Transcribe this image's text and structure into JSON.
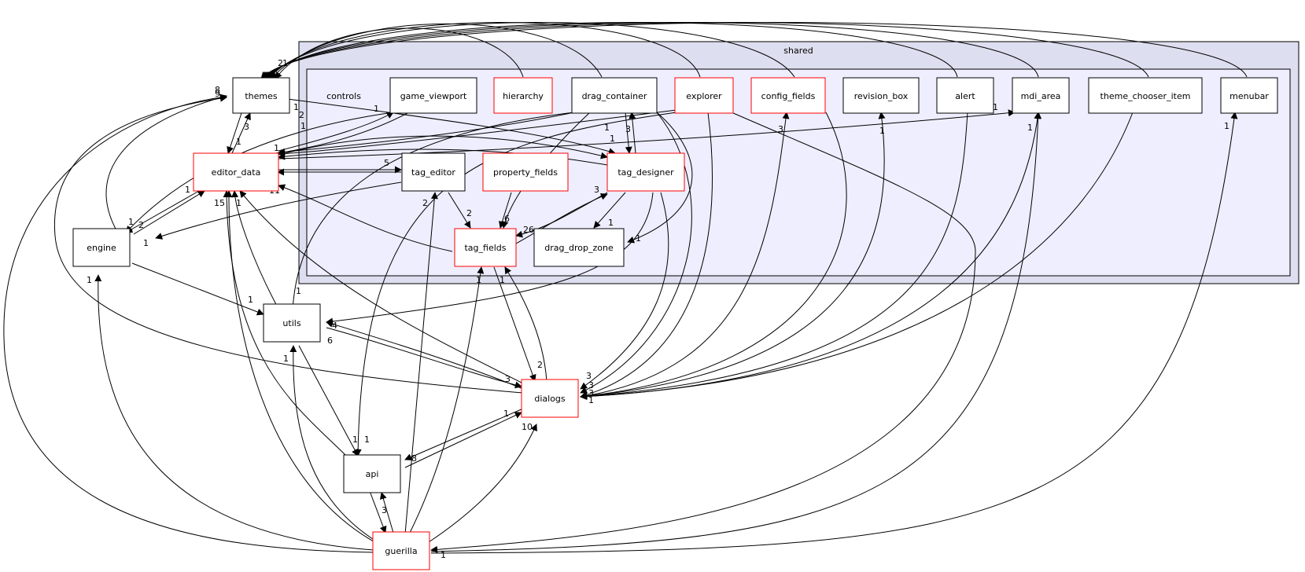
{
  "clusters": {
    "shared": "shared",
    "controls": "controls"
  },
  "nodes": {
    "themes": {
      "label": "themes",
      "color": "#000000"
    },
    "editor_data": {
      "label": "editor_data",
      "color": "#ff0000"
    },
    "engine": {
      "label": "engine",
      "color": "#000000"
    },
    "utils": {
      "label": "utils",
      "color": "#000000"
    },
    "dialogs": {
      "label": "dialogs",
      "color": "#ff0000"
    },
    "api": {
      "label": "api",
      "color": "#000000"
    },
    "guerilla": {
      "label": "guerilla",
      "color": "#ff0000"
    },
    "game_viewport": {
      "label": "game_viewport",
      "color": "#000000"
    },
    "hierarchy": {
      "label": "hierarchy",
      "color": "#ff0000"
    },
    "drag_container": {
      "label": "drag_container",
      "color": "#000000"
    },
    "explorer": {
      "label": "explorer",
      "color": "#ff0000"
    },
    "config_fields": {
      "label": "config_fields",
      "color": "#ff0000"
    },
    "revision_box": {
      "label": "revision_box",
      "color": "#000000"
    },
    "alert": {
      "label": "alert",
      "color": "#000000"
    },
    "mdi_area": {
      "label": "mdi_area",
      "color": "#000000"
    },
    "theme_chooser_item": {
      "label": "theme_chooser_item",
      "color": "#000000"
    },
    "menubar": {
      "label": "menubar",
      "color": "#000000"
    },
    "tag_editor": {
      "label": "tag_editor",
      "color": "#000000"
    },
    "property_fields": {
      "label": "property_fields",
      "color": "#ff0000"
    },
    "tag_designer": {
      "label": "tag_designer",
      "color": "#ff0000"
    },
    "tag_fields": {
      "label": "tag_fields",
      "color": "#ff0000"
    },
    "drag_drop_zone": {
      "label": "drag_drop_zone",
      "color": "#000000"
    }
  },
  "edge_labels": [
    "1",
    "2",
    "3",
    "4",
    "5",
    "6",
    "8",
    "9",
    "10",
    "11",
    "15",
    "26"
  ],
  "colors": {
    "shared_fill": "#dddeef",
    "controls_fill": "#eeeeff",
    "frame": "#000000",
    "highlight": "#ff0000"
  }
}
